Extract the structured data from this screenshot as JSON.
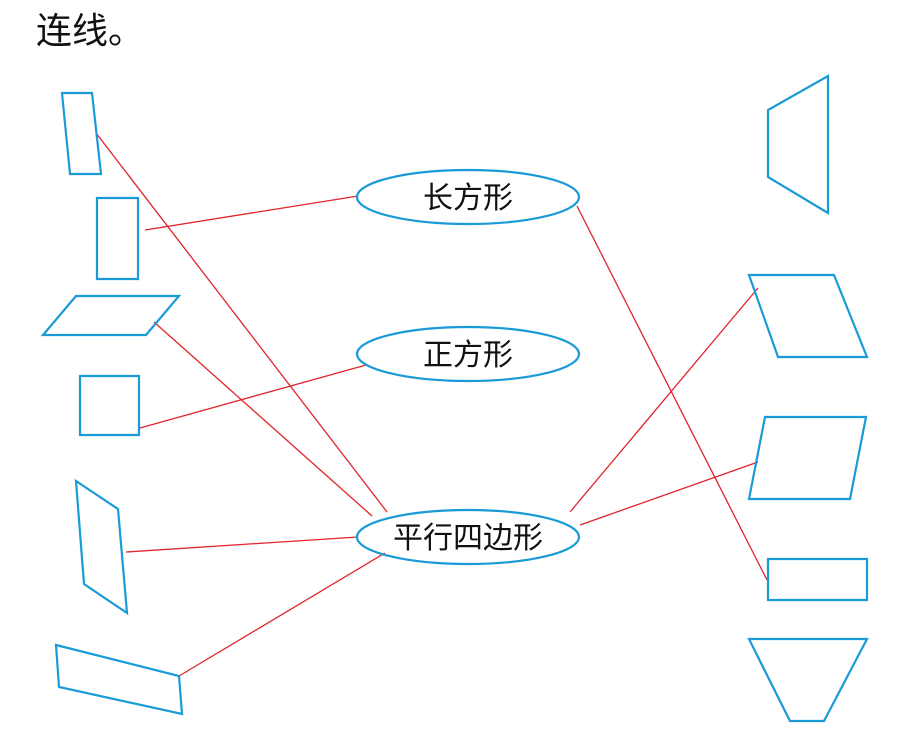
{
  "instruction": "连线。",
  "categories": {
    "rectangle": "长方形",
    "square": "正方形",
    "parallelogram": "平行四边形"
  },
  "colors": {
    "shape_stroke": "#1a9ad6",
    "line_stroke": "#e0242b",
    "text": "#111111"
  }
}
